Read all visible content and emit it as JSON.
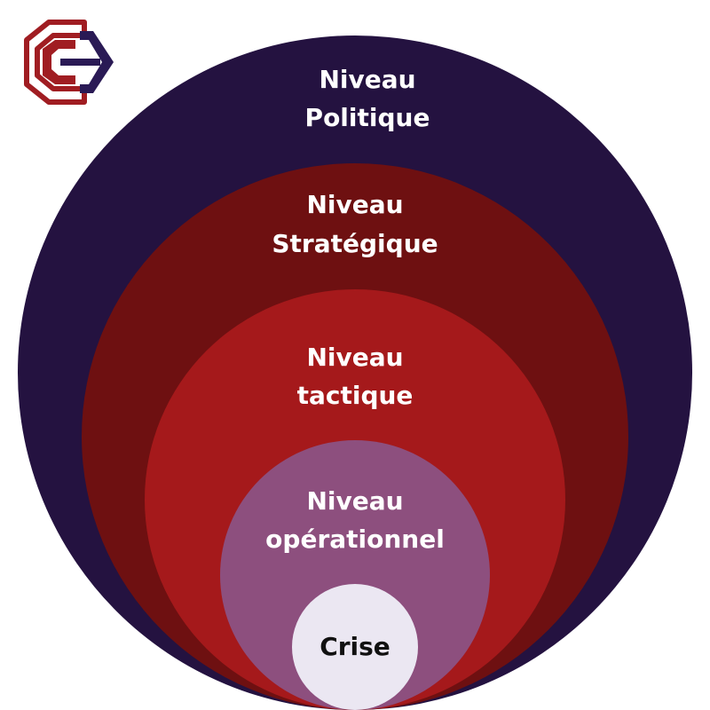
{
  "levels": [
    {
      "line1": "Niveau",
      "line2": "Politique",
      "color": "#241240",
      "text_color": "#ffffff"
    },
    {
      "line1": "Niveau",
      "line2": "Stratégique",
      "color": "#6e1011",
      "text_color": "#ffffff"
    },
    {
      "line1": "Niveau",
      "line2": "tactique",
      "color": "#a5191b",
      "text_color": "#ffffff"
    },
    {
      "line1": "Niveau",
      "line2": "opérationnel",
      "color": "#8d4f7e",
      "text_color": "#ffffff"
    }
  ],
  "core": {
    "label": "Crise",
    "color": "#ebe7f2",
    "text_color": "#111111"
  },
  "logo": {
    "outer_color": "#a01d22",
    "inner_color": "#2a1a55"
  }
}
